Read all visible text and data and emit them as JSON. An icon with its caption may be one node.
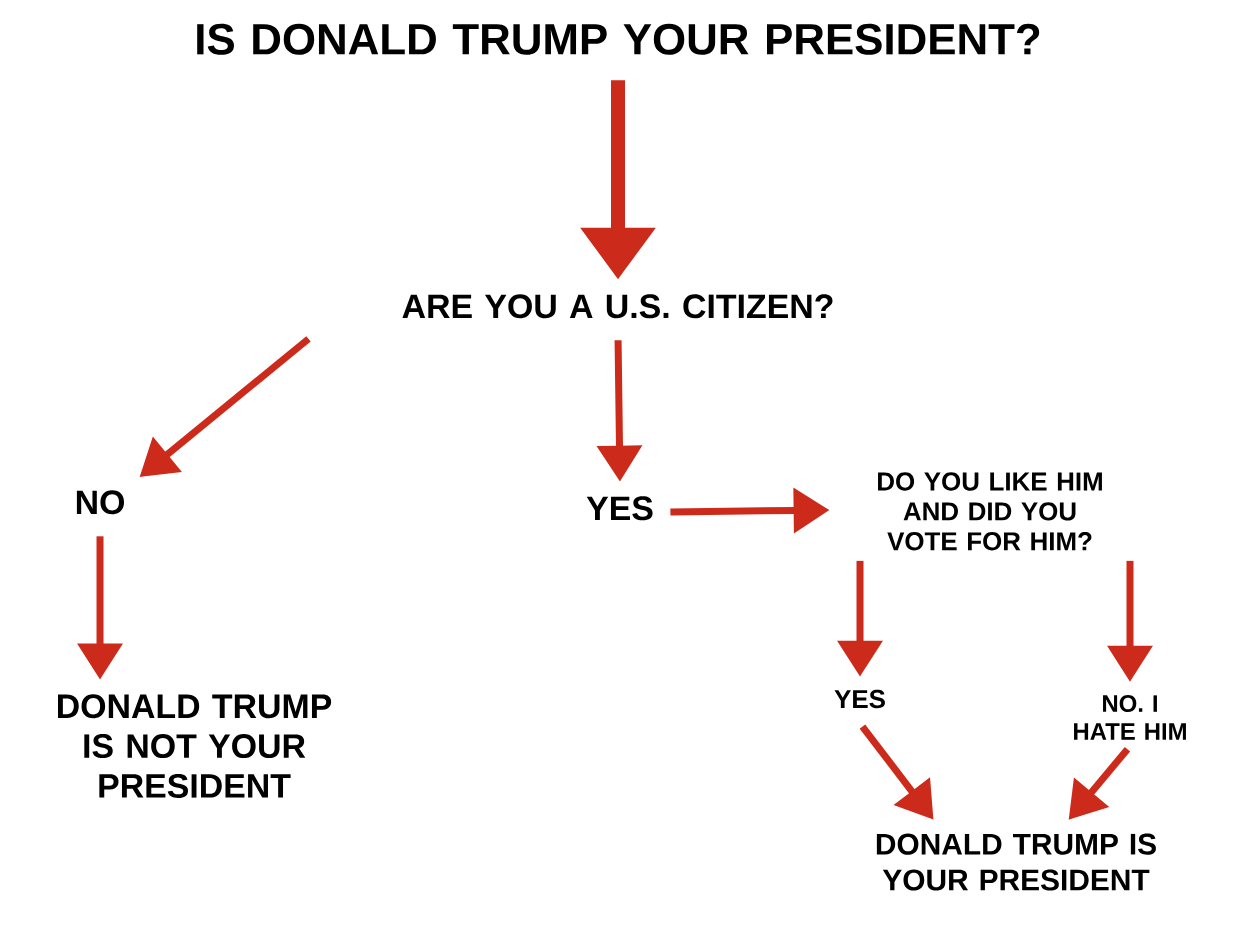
{
  "diagram": {
    "nodes": [
      {
        "text": [
          "IS DONALD TRUMP YOUR PRESIDENT?"
        ]
      },
      {
        "text": [
          "ARE YOU A U.S. CITIZEN?"
        ]
      },
      {
        "text": [
          "NO"
        ]
      },
      {
        "text": [
          "YES"
        ]
      },
      {
        "text": [
          "DO YOU LIKE HIM AND DID YOU VOTE FOR HIM?"
        ]
      },
      {
        "text": [
          "DONALD TRUMP IS NOT YOUR PRESIDENT"
        ]
      },
      {
        "text": [
          "YES"
        ]
      },
      {
        "text": [
          "NO. I HATE HIM"
        ]
      },
      {
        "text": [
          "DONALD TRUMP IS YOUR PRESIDENT"
        ]
      }
    ],
    "edges": [
      {
        "from": 0,
        "to": 1,
        "arrow": "to",
        "style": "thick"
      },
      {
        "from": 1,
        "to": 2,
        "arrow": "to"
      },
      {
        "from": 1,
        "to": 3,
        "arrow": "to"
      },
      {
        "from": 3,
        "to": 4,
        "arrow": "to"
      },
      {
        "from": 2,
        "to": 5,
        "arrow": "to"
      },
      {
        "from": 4,
        "to": 6,
        "arrow": "to"
      },
      {
        "from": 4,
        "to": 7,
        "arrow": "to"
      },
      {
        "from": 6,
        "to": 8,
        "arrow": "to"
      },
      {
        "from": 7,
        "to": 8,
        "arrow": "to"
      }
    ]
  }
}
